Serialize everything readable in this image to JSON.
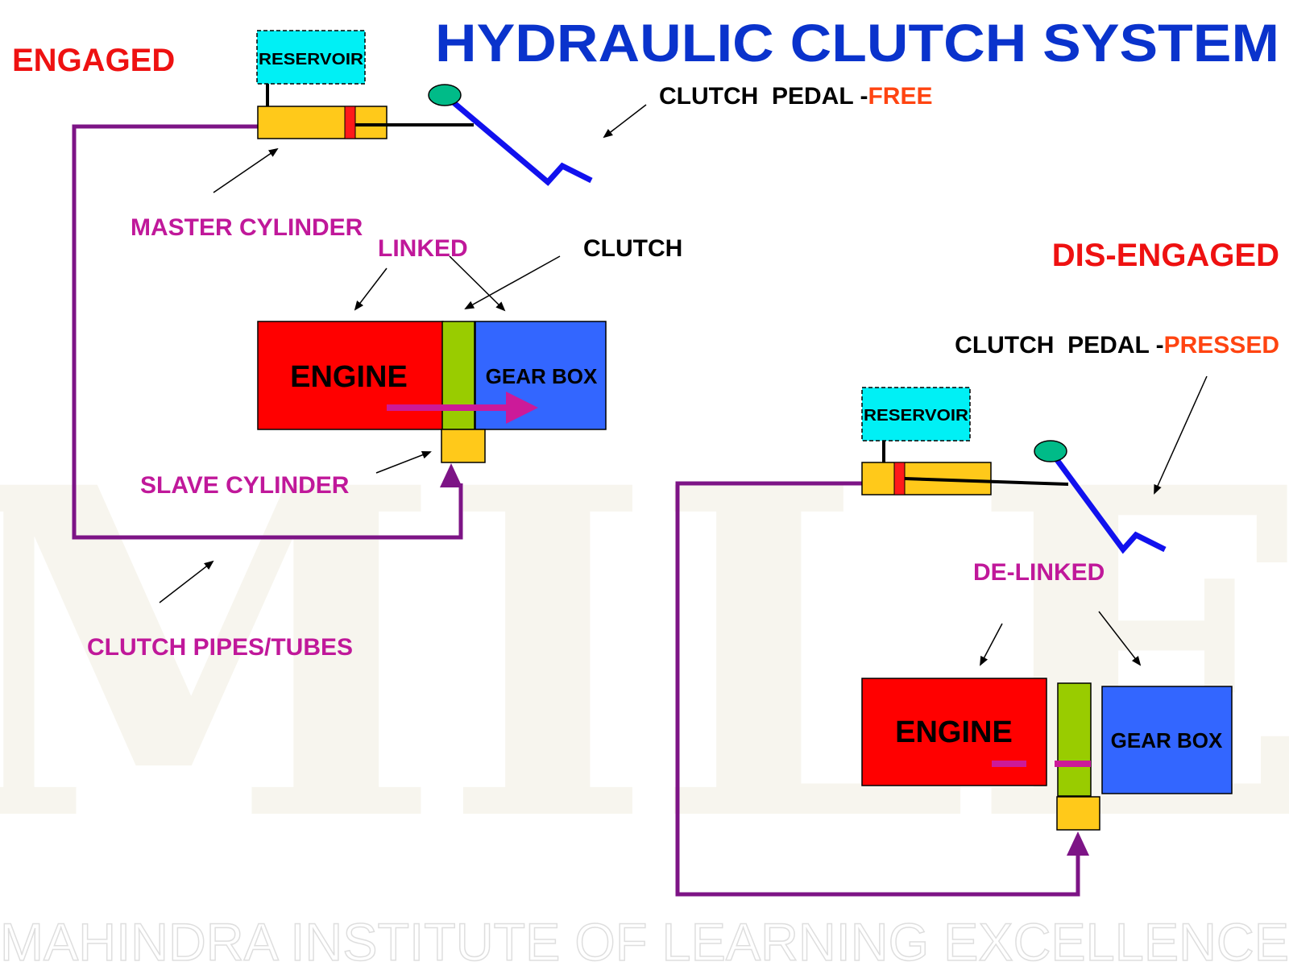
{
  "title": "HYDRAULIC CLUTCH SYSTEM",
  "watermark": {
    "logo_text": "MILE",
    "footer_text": "MAHINDRA INSTITUTE OF LEARNING EXCELLENCE"
  },
  "engaged": {
    "state_label": "ENGAGED",
    "reservoir_label": "RESERVOIR",
    "pedal_caption": "CLUTCH  PEDAL -",
    "pedal_state": "FREE",
    "master_cylinder_label": "MASTER CYLINDER",
    "linked_label": "LINKED",
    "clutch_label": "CLUTCH",
    "engine_label": "ENGINE",
    "gearbox_label": "GEAR BOX",
    "slave_cylinder_label": "SLAVE CYLINDER",
    "pipes_label": "CLUTCH PIPES/TUBES"
  },
  "disengaged": {
    "state_label": "DIS-ENGAGED",
    "pedal_caption": "CLUTCH  PEDAL -",
    "pedal_state": "PRESSED",
    "reservoir_label": "RESERVOIR",
    "delinked_label": "DE-LINKED",
    "engine_label": "ENGINE",
    "gearbox_label": "GEAR BOX"
  },
  "colors": {
    "title_blue": "#0a33cc",
    "state_red": "#ee1111",
    "label_magenta": "#c0189a",
    "pedal_state_orange": "#ff4411",
    "reservoir_cyan": "#00f0f5",
    "cylinder_yellow": "#ffc91a",
    "piston_red": "#ff1a1a",
    "pipe_purple": "#7d1486",
    "pedal_blue": "#1111ee",
    "pedal_knob_green": "#00bb88",
    "engine_red": "#ff0000",
    "clutch_green": "#99cc00",
    "gearbox_blue": "#3366ff",
    "flow_magenta": "#cc1a99",
    "watermark_gray": "#e2e2e2"
  }
}
